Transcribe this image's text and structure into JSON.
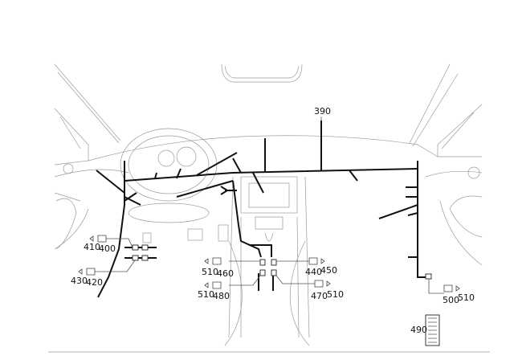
{
  "diagram": {
    "labels": {
      "main_harness": "390",
      "l410": "410",
      "l400": "400",
      "l430": "430",
      "l420": "420",
      "l510_a": "510",
      "l460": "460",
      "l440": "440",
      "l450": "450",
      "l510_b": "510",
      "l480": "480",
      "l470": "470",
      "l510_c": "510",
      "l500": "500",
      "l510_d": "510",
      "l490": "490"
    }
  }
}
